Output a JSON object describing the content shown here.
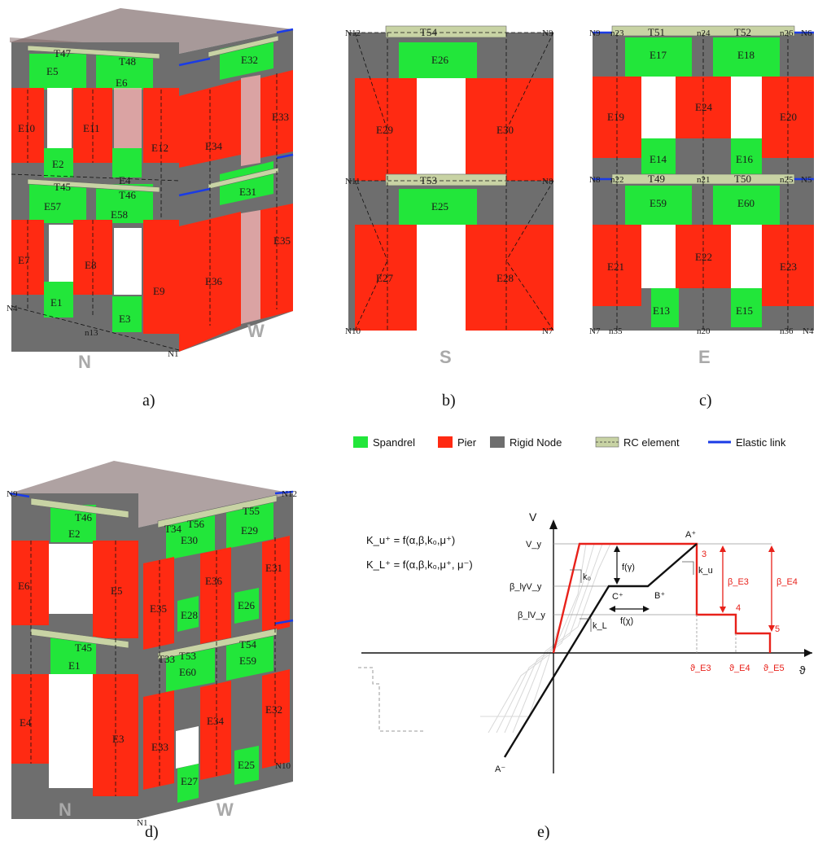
{
  "colors": {
    "spandrel": "#22e63a",
    "pier": "#ff2a12",
    "rigid_node": "#6e6e6e",
    "rc_element": "#c8d3a4",
    "elastic_link": "#1a3be6",
    "curve_red": "#e8211a"
  },
  "panels": {
    "a": {
      "caption": "a)",
      "dir_left": "N",
      "dir_right": "W",
      "labels": [
        "E5",
        "E6",
        "E32",
        "T47",
        "T48",
        "E10",
        "E11",
        "E12",
        "E34",
        "E33",
        "E2",
        "E4",
        "E57",
        "E58",
        "E31",
        "T45",
        "T46",
        "E7",
        "E8",
        "E9",
        "E36",
        "E35",
        "E1",
        "E3",
        "N4",
        "n13",
        "N1"
      ]
    },
    "b": {
      "caption": "b)",
      "dir": "S",
      "labels": [
        "T54",
        "E26",
        "E29",
        "E30",
        "T53",
        "E25",
        "E27",
        "E28",
        "N12",
        "N9",
        "N11",
        "N8",
        "N10",
        "N7"
      ]
    },
    "c": {
      "caption": "c)",
      "dir": "E",
      "labels": [
        "T51",
        "T52",
        "E17",
        "E18",
        "E19",
        "E24",
        "E20",
        "E14",
        "E16",
        "T49",
        "T50",
        "E59",
        "E60",
        "E21",
        "E22",
        "E23",
        "E13",
        "E15",
        "N9",
        "n23",
        "n24",
        "n26",
        "N6",
        "N8",
        "n22",
        "n21",
        "n25",
        "N5",
        "N7",
        "n35",
        "n20",
        "n36",
        "N4"
      ]
    },
    "d": {
      "caption": "d)",
      "dir_left": "N",
      "dir_right": "W",
      "labels": [
        "T46",
        "E2",
        "T34",
        "T56",
        "T55",
        "E30",
        "E29",
        "E6",
        "E5",
        "E35",
        "E36",
        "E31",
        "E28",
        "E26",
        "T45",
        "E1",
        "T33",
        "T53",
        "T54",
        "E60",
        "E59",
        "E4",
        "E3",
        "E33",
        "E34",
        "E32",
        "E27",
        "E25",
        "N9",
        "N12",
        "N1",
        "N10"
      ]
    },
    "e": {
      "caption": "e)"
    }
  },
  "legend": [
    {
      "key": "spandrel",
      "label": "Spandrel"
    },
    {
      "key": "pier",
      "label": "Pier"
    },
    {
      "key": "rigid_node",
      "label": "Rigid Node"
    },
    {
      "key": "rc_element",
      "label": "RC element"
    },
    {
      "key": "elastic_link",
      "label": "Elastic link"
    }
  ],
  "chart_data": {
    "type": "line",
    "title": "",
    "equations": [
      "K_u⁺ = f(α,β,k₀,μ⁺)",
      "K_L⁺ = f(α,β,k₀,μ⁺, μ⁻)"
    ],
    "y_axis_label": "V",
    "x_axis_label": "ϑ",
    "y_ticks": [
      "V_y",
      "β_lγV_y",
      "β_lV_y"
    ],
    "x_ticks": [
      "ϑ_E3",
      "ϑ_E4",
      "ϑ_E5"
    ],
    "points": {
      "A_plus": "A⁺",
      "A_minus": "A⁻",
      "B_plus": "B⁺",
      "C_plus": "C⁺"
    },
    "annotations": [
      "f(γ)",
      "f(χ)",
      "k₀",
      "k_u",
      "k_L",
      "β_E3",
      "β_E4"
    ],
    "step_labels": [
      "3",
      "4",
      "5"
    ],
    "series": [
      {
        "name": "",
        "color": "#e8211a",
        "values": [
          [
            0,
            0
          ],
          [
            0.3,
            1.0
          ],
          [
            1.9,
            1.0
          ],
          [
            1.9,
            0.5
          ],
          [
            2.3,
            0.5
          ],
          [
            2.3,
            0.4
          ],
          [
            2.65,
            0.4
          ],
          [
            2.65,
            0
          ]
        ]
      },
      {
        "name": "",
        "color": "#111111",
        "values": [
          [
            -0.6,
            -1.2
          ],
          [
            0.35,
            0.7
          ],
          [
            0.95,
            0.7
          ],
          [
            1.9,
            1.0
          ]
        ]
      }
    ]
  }
}
